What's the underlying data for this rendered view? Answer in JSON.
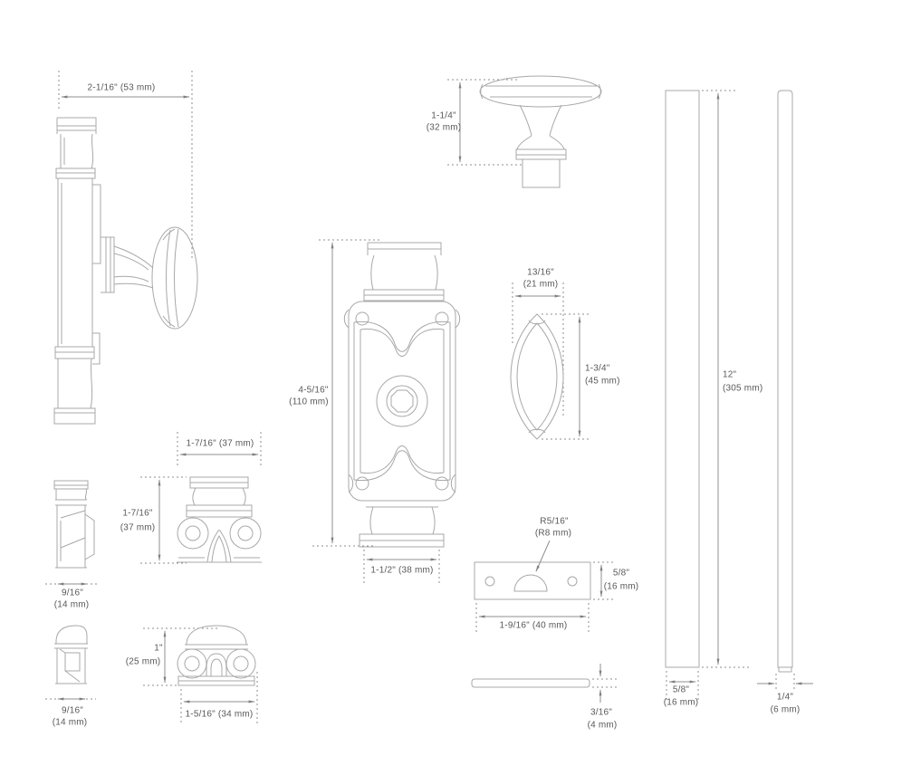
{
  "drawing": {
    "background": "#ffffff",
    "line_color": "#a8a8a8",
    "dimension_color": "#8f8f8f",
    "text_color": "#595959"
  },
  "labels": {
    "latch_width": "2-1/16\" (53 mm)",
    "knob_height_in": "1-1/4\"",
    "knob_height_mm": "(32 mm)",
    "plate_height_in": "4-5/16\"",
    "plate_height_mm": "(110 mm)",
    "plate_width": "1-1/2\" (38 mm)",
    "oval_width_in": "13/16\"",
    "oval_width_mm": "(21 mm)",
    "oval_height_in": "1-3/4\"",
    "oval_height_mm": "(45 mm)",
    "rod_length_in": "12\"",
    "rod_length_mm": "(305 mm)",
    "rod_wide_width_in": "5/8\"",
    "rod_wide_width_mm": "(16 mm)",
    "rod_narrow_width_in": "1/4\"",
    "rod_narrow_width_mm": "(6 mm)",
    "strike_notch_radius_in": "R5/16\"",
    "strike_notch_radius_mm": "(R8 mm)",
    "strike_height_in": "5/8\"",
    "strike_height_mm": "(16 mm)",
    "strike_width": "1-9/16\" (40 mm)",
    "strike_thickness_in": "3/16\"",
    "strike_thickness_mm": "(4 mm)",
    "guide_side_upper_width_in": "9/16\"",
    "guide_side_upper_width_mm": "(14 mm)",
    "guide_side_lower_width_in": "9/16\"",
    "guide_side_lower_width_mm": "(14 mm)",
    "guide_front_upper_width": "1-7/16\" (37 mm)",
    "guide_front_upper_height_in": "1-7/16\"",
    "guide_front_upper_height_mm": "(37 mm)",
    "guide_front_lower_height_in": "1\"",
    "guide_front_lower_height_mm": "(25 mm)",
    "guide_front_lower_width": "1-5/16\" (34 mm)"
  }
}
